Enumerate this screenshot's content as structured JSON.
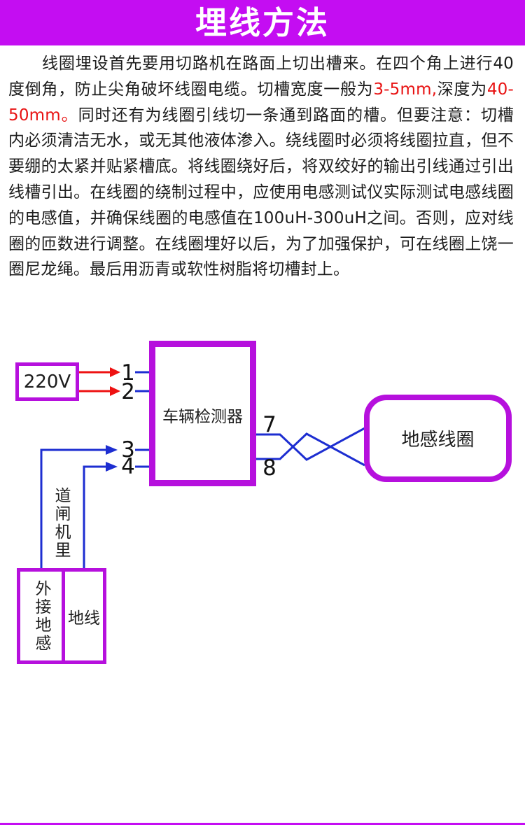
{
  "header": {
    "title": "埋线方法"
  },
  "paragraph": {
    "part1": "线圈埋设首先要用切路机在路面上切出槽来。在四个角上进行40度倒角，防止尖角破坏线圈电缆。切槽宽度一般为",
    "red1": "3-5mm,",
    "part2": "深度为",
    "red2": "40-50mm。",
    "part3": "同时还有为线圈引线切一条通到路面的槽。但要注意：切槽内必须清洁无水，或无其他液体渗入。绕线圈时必须将线圈拉直，但不要绷的太紧并贴紧槽底。将线圈绕好后，将双绞好的输出引线通过引出线槽引出。在线圈的绕制过程中，应使用电感测试仪实际测试电感线圈的电感值，并确保线圈的电感值在100uH-300uH之间。否则，应对线圈的匝数进行调整。在线圈埋好以后，为了加强保护，可在线圈上饶一圈尼龙绳。最后用沥青或软性树脂将切槽封上。"
  },
  "diagram": {
    "power_label": "220V",
    "detector_label": "车辆检测器",
    "coil_label": "地感线圈",
    "gate_label": "道闸机里",
    "external_sensor_label": "外接地感",
    "ground_label": "地线",
    "pins": {
      "p1": "1",
      "p2": "2",
      "p3": "3",
      "p4": "4",
      "p7": "7",
      "p8": "8"
    }
  },
  "colors": {
    "header_bg": "#c40df2",
    "header_text": "#ffffff",
    "box_border": "#b610dd",
    "wire_blue": "#1d2ed1",
    "wire_red": "#ee1212",
    "highlight_red": "#e81212",
    "body_text": "#1c1c1c"
  }
}
